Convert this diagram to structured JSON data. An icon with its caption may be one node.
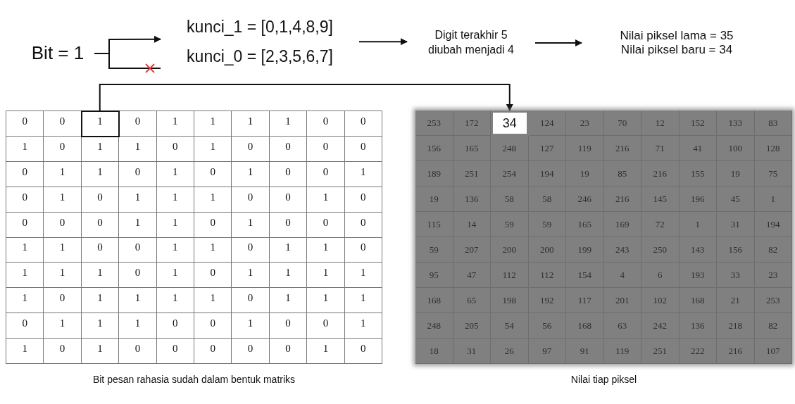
{
  "diagram": {
    "nodes": [
      {
        "text": [
          "Bit = 1"
        ]
      },
      {
        "text": [
          "kunci_1 = [0,1,4,8,9]"
        ]
      },
      {
        "text": [
          "kunci_0 = [2,3,5,6,7]"
        ]
      },
      {
        "text": [
          "Digit terakhir 5 diubah menjadi 4"
        ]
      },
      {
        "text": [
          "Nilai piksel lama = 35",
          "Nilai piksel baru = 34"
        ]
      },
      {
        "text": [
          "1"
        ]
      },
      {
        "text": [
          "34"
        ]
      }
    ],
    "edges": [
      {
        "from": 0,
        "to": 1,
        "arrow": "to"
      },
      {
        "from": 0,
        "to": 2,
        "arrow": "none"
      },
      {
        "from": 1,
        "to": 3,
        "arrow": "to"
      },
      {
        "from": 3,
        "to": 4,
        "arrow": "to"
      },
      {
        "from": 5,
        "to": 6,
        "arrow": "to"
      }
    ],
    "labels": [
      "0",
      "0",
      "0",
      "1",
      "1",
      "1",
      "1",
      "0",
      "0",
      "1",
      "0",
      "1",
      "1",
      "0",
      "1",
      "0",
      "0",
      "0",
      "0",
      "0",
      "1",
      "1",
      "0",
      "1",
      "0",
      "1",
      "0",
      "0",
      "1",
      "0",
      "1",
      "0",
      "1",
      "1",
      "1",
      "0",
      "0",
      "1",
      "0",
      "0",
      "0",
      "0",
      "1",
      "1",
      "0",
      "1",
      "0",
      "0",
      "0",
      "1",
      "1",
      "0",
      "0",
      "1",
      "1",
      "0",
      "1",
      "1",
      "0",
      "1",
      "1",
      "1",
      "0",
      "1",
      "0",
      "1",
      "1",
      "1",
      "1",
      "1",
      "0",
      "1",
      "1",
      "1",
      "1",
      "0",
      "1",
      "1",
      "1",
      "0",
      "1",
      "1",
      "1",
      "0",
      "0",
      "1",
      "0",
      "0",
      "1",
      "1",
      "0",
      "1",
      "0",
      "0",
      "0",
      "0",
      "0",
      "1",
      "0",
      "253",
      "172",
      "124",
      "23",
      "70",
      "12",
      "152",
      "133",
      "83",
      "156",
      "165",
      "248",
      "127",
      "119",
      "216",
      "71",
      "41",
      "100",
      "128",
      "189",
      "251",
      "254",
      "194",
      "19",
      "85",
      "216",
      "155",
      "19",
      "75",
      "19",
      "136",
      "58",
      "58",
      "246",
      "216",
      "145",
      "196",
      "45",
      "1",
      "115",
      "14",
      "59",
      "59",
      "165",
      "169",
      "72",
      "1",
      "31",
      "194",
      "59",
      "207",
      "200",
      "200",
      "199",
      "243",
      "250",
      "143",
      "156",
      "82",
      "95",
      "47",
      "112",
      "112",
      "154",
      "4",
      "6",
      "193",
      "33",
      "23",
      "168",
      "65",
      "198",
      "192",
      "117",
      "201",
      "102",
      "168",
      "21",
      "253",
      "248",
      "205",
      "54",
      "56",
      "168",
      "63",
      "242",
      "136",
      "218",
      "82",
      "18",
      "31",
      "26",
      "97",
      "91",
      "119",
      "251",
      "222",
      "216",
      "107",
      "Bit pesan rahasia sudah dalam bentuk matriks",
      "Nilai tiap piksel"
    ]
  }
}
